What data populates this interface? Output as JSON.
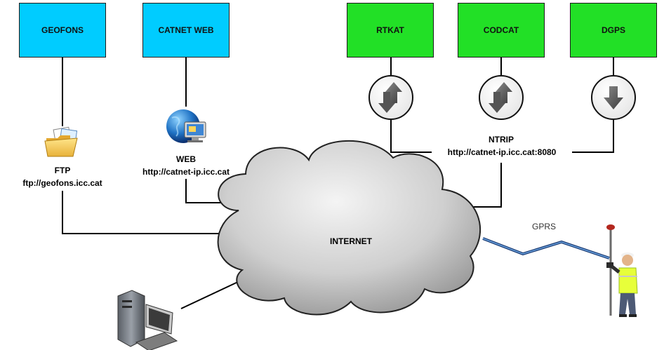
{
  "nodes": {
    "geofons": "GEOFONS",
    "catnet_web": "CATNET WEB",
    "rtkat": "RTKAT",
    "codcat": "CODCAT",
    "dgps": "DGPS"
  },
  "ftp": {
    "title": "FTP",
    "url": "ftp://geofons.icc.cat"
  },
  "web": {
    "title": "WEB",
    "url": "http://catnet-ip.icc.cat"
  },
  "ntrip": {
    "title": "NTRIP",
    "url": "http://catnet-ip.icc.cat:8080"
  },
  "internet_label": "INTERNET",
  "gprs_label": "GPRS",
  "icons": {
    "ftp": "folder-with-documents-icon",
    "web": "globe-monitor-icon",
    "rtkat": "bidirectional-arrows-icon",
    "codcat": "bidirectional-arrows-icon",
    "dgps": "down-arrow-icon",
    "computer": "desktop-computer-icon",
    "surveyor": "surveyor-with-gps-pole-icon"
  },
  "colors": {
    "web_services": "#00ccff",
    "gnss_services": "#22e026",
    "cloud": "#b8b8b8"
  }
}
